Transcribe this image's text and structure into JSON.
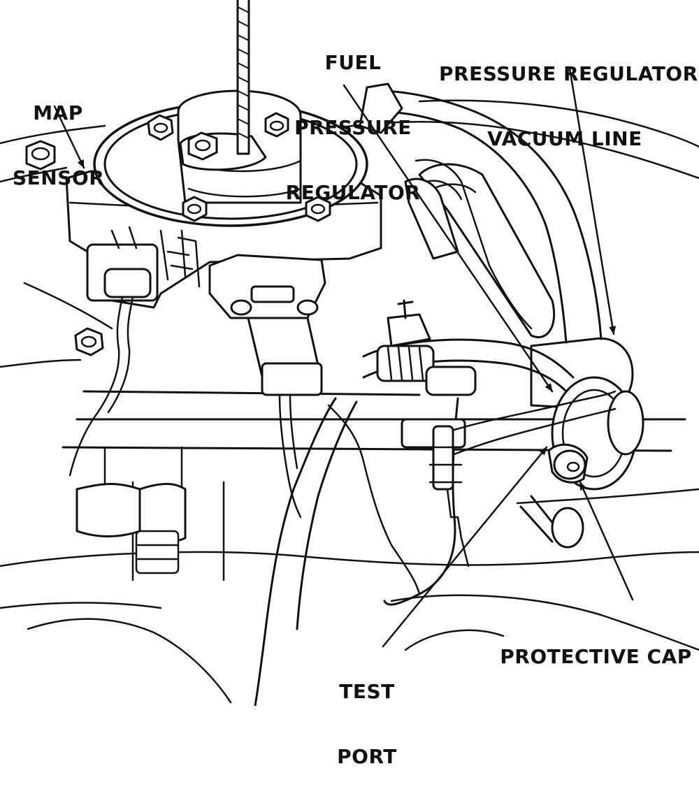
{
  "labels": {
    "map_sensor": [
      "MAP",
      "SENSOR"
    ],
    "fuel_pressure_regulator": [
      "FUEL",
      "PRESSURE",
      "REGULATOR"
    ],
    "pressure_regulator_vacuum_line": [
      "PRESSURE REGULATOR",
      "VACUUM LINE"
    ],
    "protective_cap": [
      "PROTECTIVE CAP"
    ],
    "test_port": [
      "TEST",
      "PORT"
    ]
  },
  "colors": {
    "ink": "#111111",
    "paper": "#ffffff"
  }
}
